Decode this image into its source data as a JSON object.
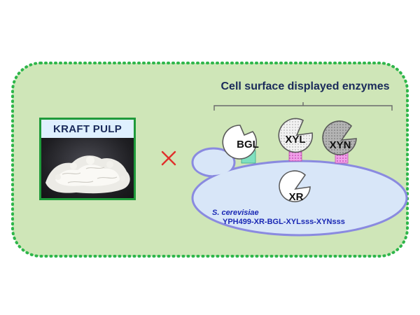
{
  "header": {
    "title": "Cell surface displayed enzymes"
  },
  "pulp": {
    "label": "KRAFT PULP"
  },
  "operator": {
    "symbol": "×",
    "color": "#e0302a"
  },
  "enzymes": [
    {
      "label": "BGL",
      "fill": "#ffffff",
      "anchor_color": "#7fe0c0"
    },
    {
      "label": "XYL",
      "fill": "#f0f0f0",
      "anchor_color": "#f080e0"
    },
    {
      "label": "XYN",
      "fill": "#b8b8b8",
      "anchor_color": "#f080e0"
    }
  ],
  "intracellular": {
    "label": "XR"
  },
  "cell": {
    "species": "S. cerevisiae",
    "strain": "YPH499-XR-BGL-XYLsss-XYNsss",
    "fill": "#d8e6f8",
    "stroke": "#8a8ae0"
  },
  "colors": {
    "panel_fill": "#cfe6b8",
    "panel_border": "#2eb64a",
    "text_navy": "#1a2a5a",
    "text_blue": "#1a28b4"
  }
}
